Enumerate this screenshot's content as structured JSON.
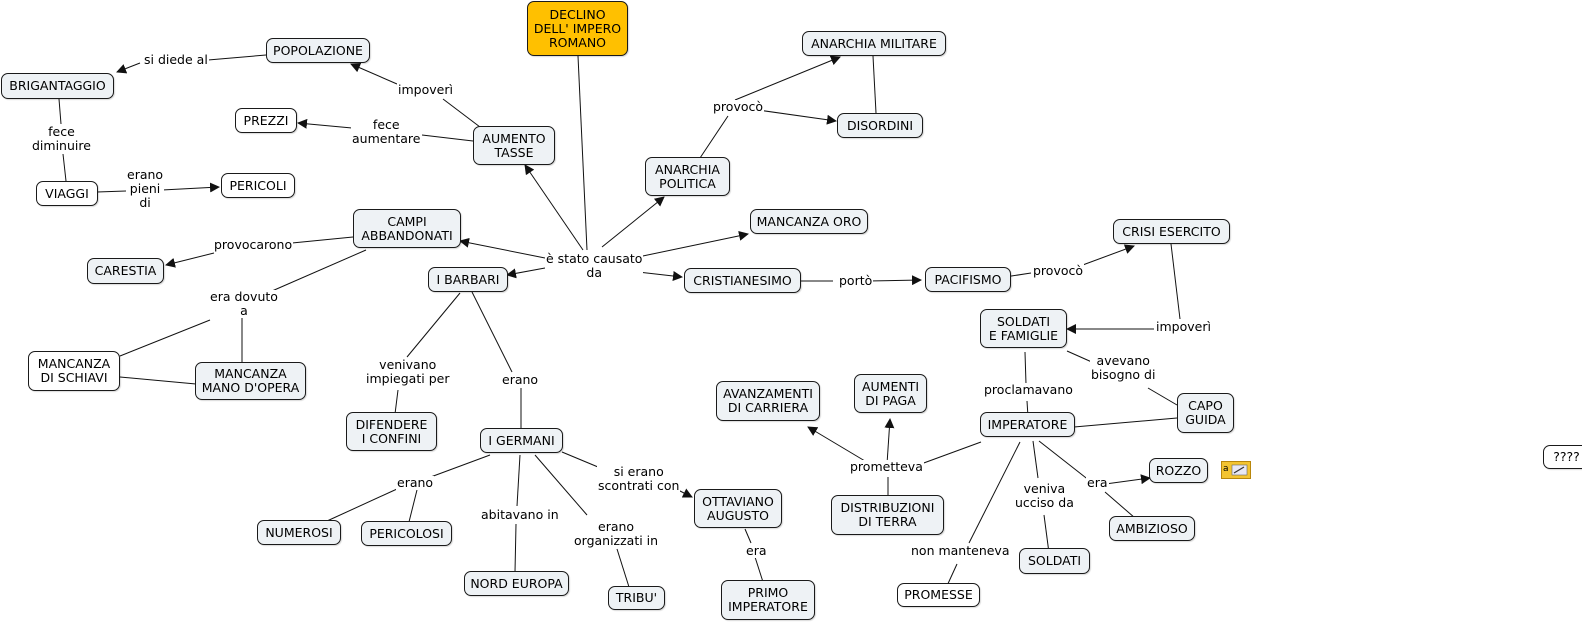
{
  "colors": {
    "root_fill": "#ffc000",
    "node_fill": "#eef2f5",
    "line": "#111111"
  },
  "nodes": {
    "declino": "DECLINO\nDELL' IMPERO\nROMANO",
    "popolazione": "POPOLAZIONE",
    "brigantaggio": "BRIGANTAGGIO",
    "prezzi": "PREZZI",
    "aumento_tasse": "AUMENTO\nTASSE",
    "viaggi": "VIAGGI",
    "pericoli": "PERICOLI",
    "anarchia_militare": "ANARCHIA MILITARE",
    "disordini": "DISORDINI",
    "anarchia_politica": "ANARCHIA\nPOLITICA",
    "mancanza_oro": "MANCANZA ORO",
    "campi": "CAMPI\nABBANDONATI",
    "carestia": "CARESTIA",
    "barbari": "I BARBARI",
    "cristianesimo": "CRISTIANESIMO",
    "pacifismo": "PACIFISMO",
    "crisi_esercito": "CRISI ESERCITO",
    "soldati_famiglie": "SOLDATI\nE FAMIGLIE",
    "mancanza_schiavi": "MANCANZA\nDI SCHIAVI",
    "mancanza_manodopera": "MANCANZA\nMANO D'OPERA",
    "difendere": "DIFENDERE\nI CONFINI",
    "germani": "I GERMANI",
    "avanzamenti": "AVANZAMENTI\nDI CARRIERA",
    "aumenti_paga": "AUMENTI\nDI PAGA",
    "imperatore": "IMPERATORE",
    "capo_guida": "CAPO\nGUIDA",
    "rozzo": "ROZZO",
    "ottaviano": "OTTAVIANO\nAUGUSTO",
    "numerosi": "NUMEROSI",
    "pericolosi": "PERICOLOSI",
    "distribuzioni": "DISTRIBUZIONI\nDI TERRA",
    "ambizioso": "AMBIZIOSO",
    "soldati": "SOLDATI",
    "nord_europa": "NORD EUROPA",
    "tribu": "TRIBU'",
    "primo_imperatore": "PRIMO\nIMPERATORE",
    "promesse": "PROMESSE",
    "question": "????"
  },
  "links": {
    "causato": "è stato causato\nda",
    "si_diede": "si diede al",
    "impoveri_1": "impoverì",
    "fece_aumentare": "fece\naumentare",
    "fece_diminuire": "fece\ndiminuire",
    "erano_pieni": "erano\npieni\ndi",
    "provoco_1": "provocò",
    "provocarono": "provocarono",
    "porto": "portò",
    "provoco_2": "provocò",
    "impoveri_2": "impoverì",
    "era_dovuto": "era dovuto\na",
    "venivano": "venivano\nimpiegati per",
    "erano_1": "erano",
    "avevano": "avevano\nbisogno di",
    "proclamavano": "proclamavano",
    "si_erano": "si erano\nscontrati con",
    "erano_2": "erano",
    "prometteva": "prometteva",
    "veniva_ucciso": "veniva\nucciso da",
    "era_1": "era",
    "abitavano": "abitavano in",
    "organizzati": "erano\norganizzati in",
    "era_2": "era",
    "non_manteneva": "non manteneva"
  },
  "note_icon": "note-icon"
}
